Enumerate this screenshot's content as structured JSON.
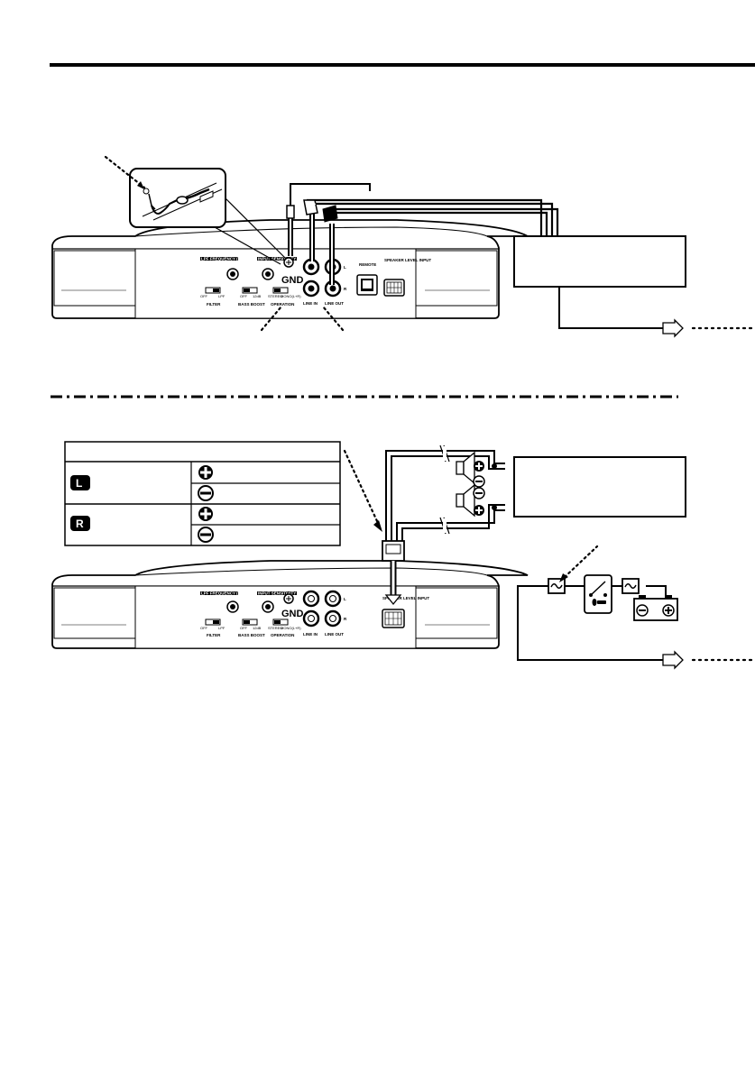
{
  "panel": {
    "lpf_frequency": "LPF FREQUENCY (Hz)",
    "input_sensitivity": "INPUT SENSITIVITY (V)",
    "filter": "FILTER",
    "filter_off": "OFF",
    "filter_lpf": "LPF",
    "bass_boost": "BASS BOOST",
    "bass_off": "OFF",
    "bass_12db": "12dB",
    "operation": "OPERATION",
    "op_stereo": "STEREO",
    "op_mono": "MONO(L+R)",
    "gnd": "GND",
    "line_in": "LINE IN",
    "line_out": "LINE OUT",
    "remote": "REMOTE",
    "speaker_level_input": "SPEAKER LEVEL INPUT",
    "amp_ch_l": "L",
    "amp_ch_r": "R"
  },
  "speaker_table": {
    "channels": [
      {
        "label": "L"
      },
      {
        "label": "R"
      }
    ]
  },
  "colors": {
    "line": "#000000",
    "background": "#ffffff",
    "amp_body": "#ffffff"
  }
}
